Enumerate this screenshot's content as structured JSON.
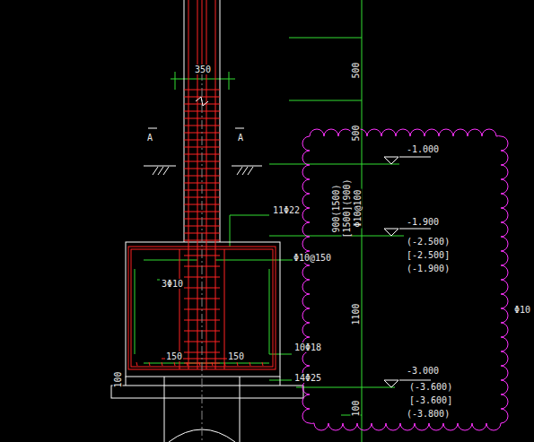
{
  "diagram": {
    "labels": [
      "350",
      "A",
      "A",
      "500",
      "500",
      "-1.000",
      "900(1500)",
      "[1500](900)",
      "Φ10@100",
      "11Φ22",
      "-1.900",
      "(-2.500)",
      "[-2.500]",
      "(-1.900)",
      "Φ10@150",
      "3Φ10",
      "1100",
      "Φ10",
      "10Φ18",
      "150",
      "150",
      "14Φ25",
      "100",
      "-3.000",
      "(-3.600)",
      "[-3.600]",
      "(-3.800)",
      "100"
    ]
  }
}
